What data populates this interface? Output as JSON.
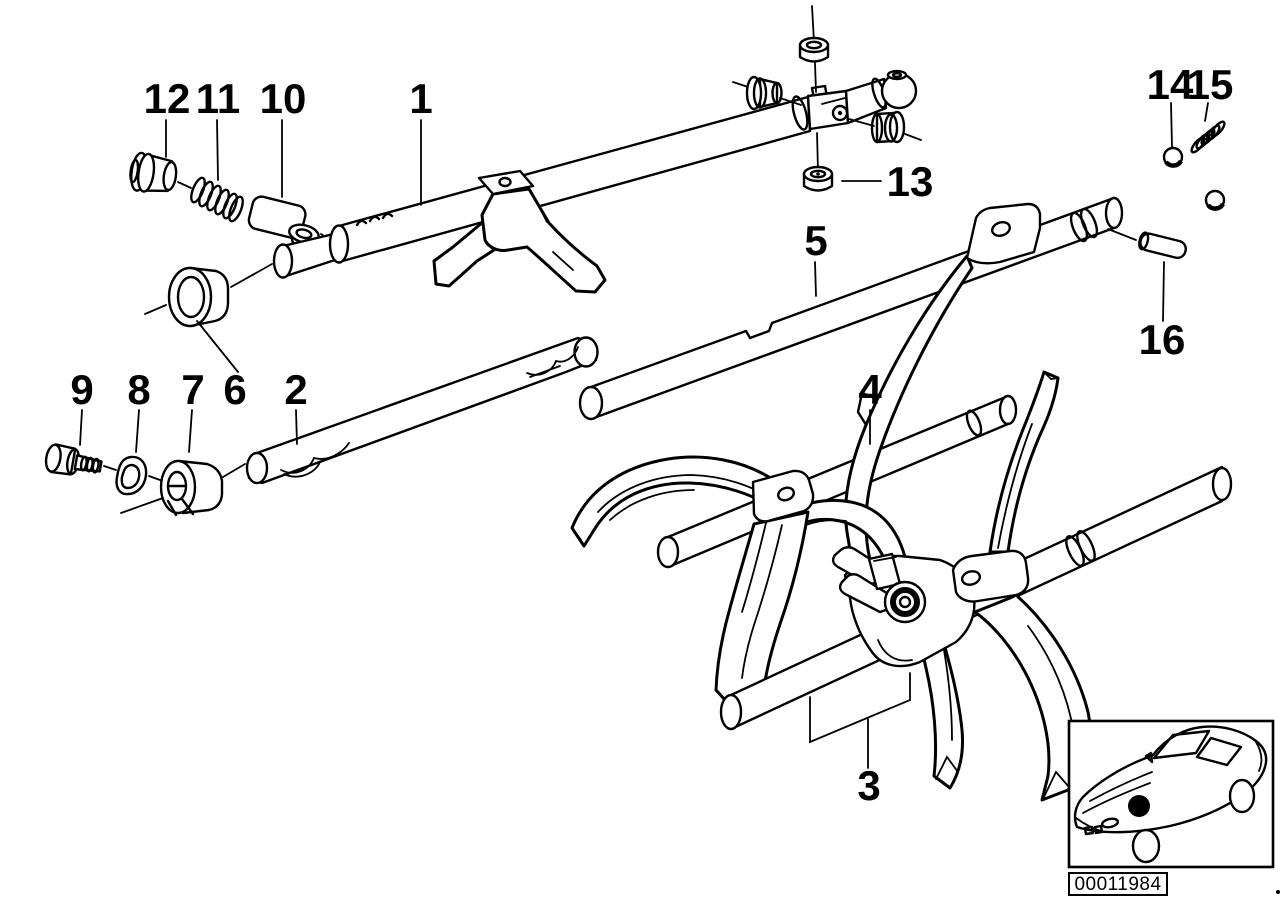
{
  "callouts": {
    "c1": "1",
    "c2": "2",
    "c3": "3",
    "c4": "4",
    "c5": "5",
    "c6": "6",
    "c7": "7",
    "c8": "8",
    "c9": "9",
    "c10": "10",
    "c11": "11",
    "c12": "12",
    "c13": "13",
    "c14": "14",
    "c15": "15",
    "c16": "16"
  },
  "inset": {
    "code": "00011984"
  },
  "colors": {
    "line": "#000000",
    "background": "#ffffff"
  }
}
